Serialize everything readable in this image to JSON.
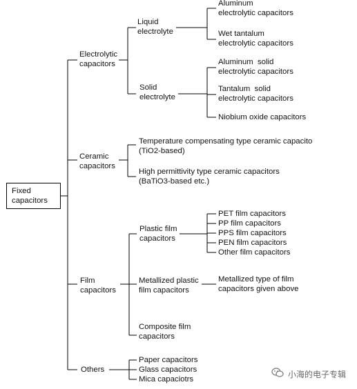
{
  "root": {
    "label": "Fixed\ncapacitors"
  },
  "categories": {
    "electrolytic": {
      "label": "Electrolytic\ncapacitors",
      "liquid": {
        "label": "Liquid\nelectrolyte",
        "items": [
          "Aluminum\nelectrolytic capacitors",
          "Wet tantalum\nelectrolytic capacitors"
        ]
      },
      "solid": {
        "label": "Solid\nelectrolyte",
        "items": [
          "Aluminum  solid\nelectrolytic capacitors",
          "Tantalum  solid\nelectrolytic capacitors",
          "Niobium oxide capacitors"
        ]
      }
    },
    "ceramic": {
      "label": "Ceramic\ncapacitors",
      "items": [
        "Temperature compensating type ceramic capacito\n(TiO2-based)",
        "High permittivity type ceramic capacitors\n(BaTiO3-based etc.)"
      ]
    },
    "film": {
      "label": "Film\ncapacitors",
      "plastic": {
        "label": "Plastic film\ncapacitors",
        "items": [
          "PET film capacitors",
          "PP film capacitors",
          "PPS film capacitors",
          "PEN film capacitors",
          "Other film capacitors"
        ]
      },
      "metallized": {
        "label": "Metallized plastic\nfilm capacitors",
        "note": "Metallized type of film\ncapacitors given above"
      },
      "composite": {
        "label": "Composite film\ncapacitors"
      }
    },
    "others": {
      "label": "Others",
      "items": [
        "Paper capacitors",
        "Glass capacitors",
        "Mica capaciotrs"
      ]
    }
  },
  "watermark": {
    "text": "小海的电子专辑",
    "icon": "wechat-icon"
  }
}
